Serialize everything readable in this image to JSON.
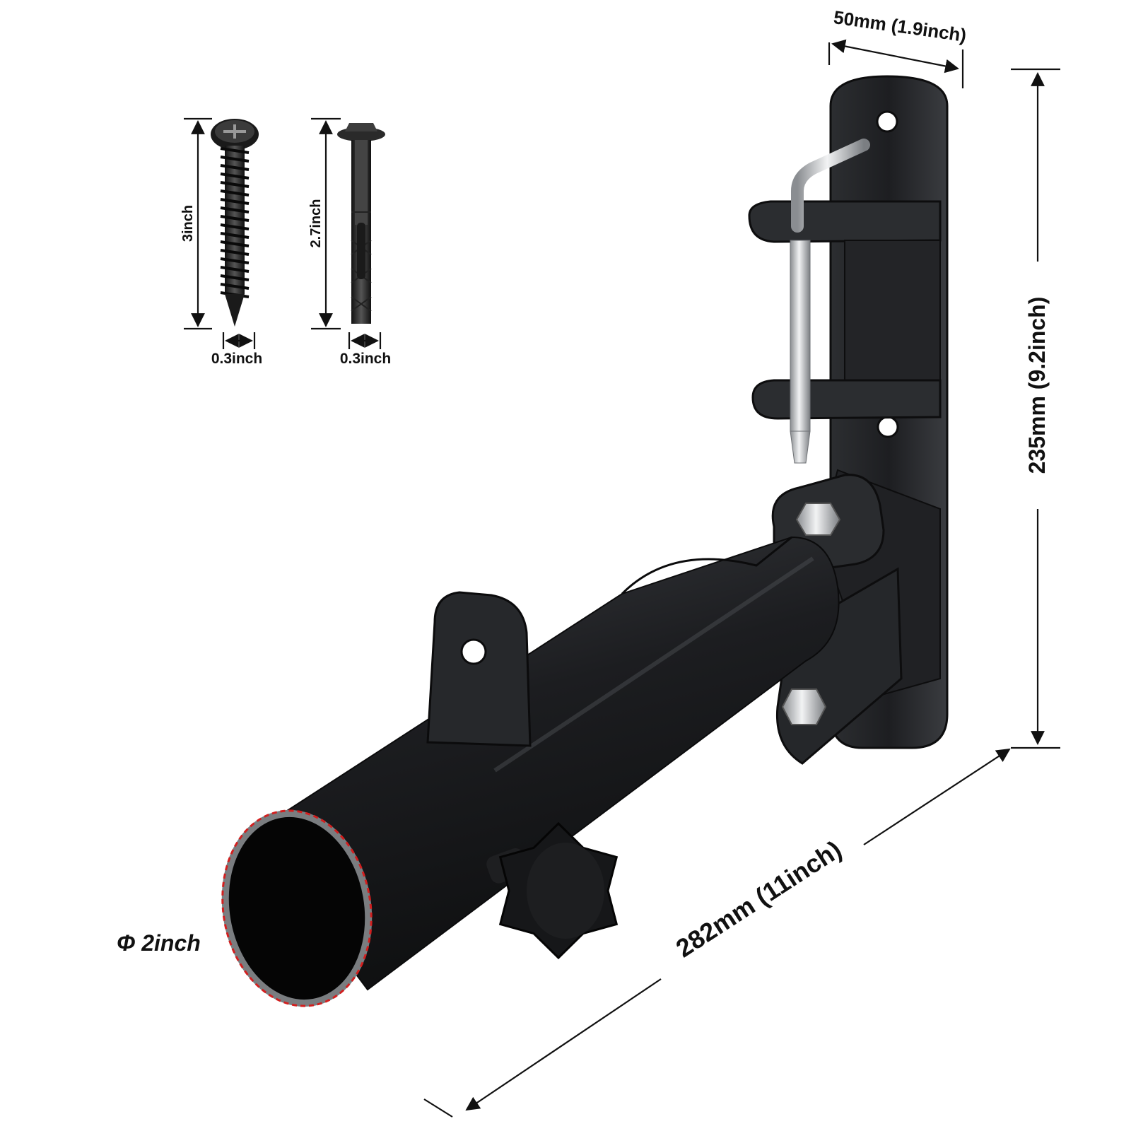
{
  "labels": {
    "width_top": "50mm (1.9inch)",
    "height_right": "235mm (9.2inch)",
    "length_diag": "282mm (11inch)",
    "diameter": "Φ 2inch",
    "screw_length": "3inch",
    "screw_width": "0.3inch",
    "anchor_length": "2.7inch",
    "anchor_width": "0.3inch"
  },
  "colors": {
    "steel_dark": "#1b1c1e",
    "steel_mid": "#2e3033",
    "steel_light": "#55585c",
    "chrome": "#c9ccd0",
    "dimension": "#111111",
    "tube_rim": "#d21f1f"
  },
  "icons": [
    "wood-screw-icon",
    "expansion-anchor-icon",
    "bracket-product-image",
    "knob-icon"
  ]
}
